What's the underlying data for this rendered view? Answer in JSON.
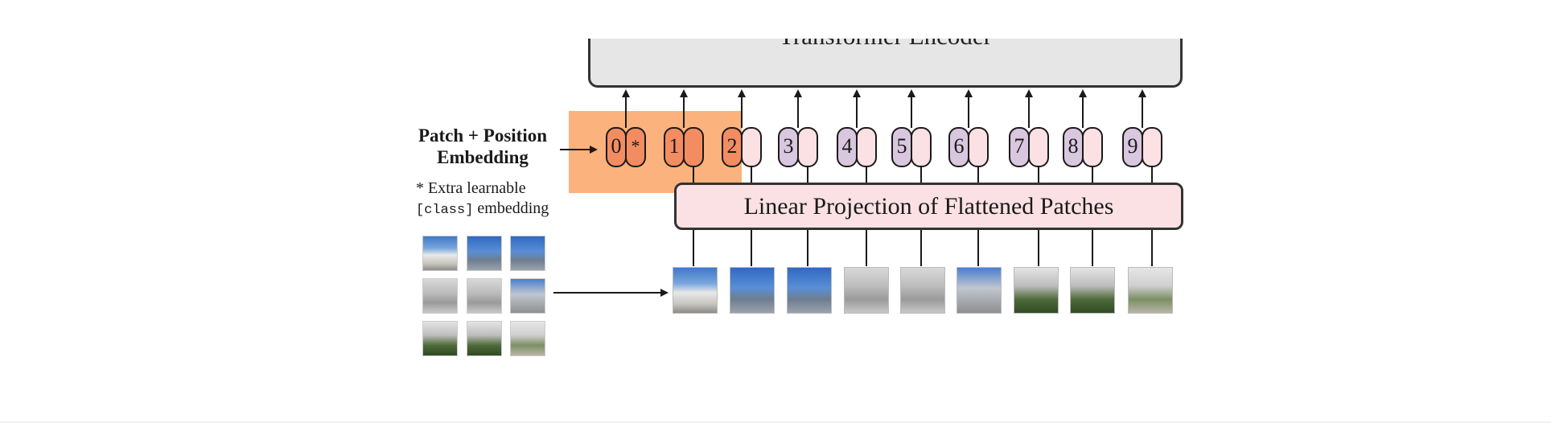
{
  "encoder": {
    "title": "Transformer Encoder"
  },
  "embedding": {
    "label_line1": "Patch + Position",
    "label_line2": "Embedding",
    "note_line1": "* Extra learnable",
    "note_code": "[class]",
    "note_rest": " embedding"
  },
  "projection": {
    "label": "Linear Projection of Flattened Patches"
  },
  "tokens": [
    {
      "number": "0",
      "extra": "*"
    },
    {
      "number": "1"
    },
    {
      "number": "2"
    },
    {
      "number": "3"
    },
    {
      "number": "4"
    },
    {
      "number": "5"
    },
    {
      "number": "6"
    },
    {
      "number": "7"
    },
    {
      "number": "8"
    },
    {
      "number": "9"
    }
  ],
  "colors": {
    "highlight": "#fbb27c",
    "position_orange": "#f48c62",
    "position_purple": "#d8c7de",
    "patch_pink": "#fbe1e4",
    "encoder_fill": "#e6e6e6"
  },
  "patch_images": [
    "sky-building",
    "tower-sky",
    "tower-sky",
    "facade",
    "facade",
    "tower-facade",
    "garden",
    "garden",
    "garden-path"
  ]
}
